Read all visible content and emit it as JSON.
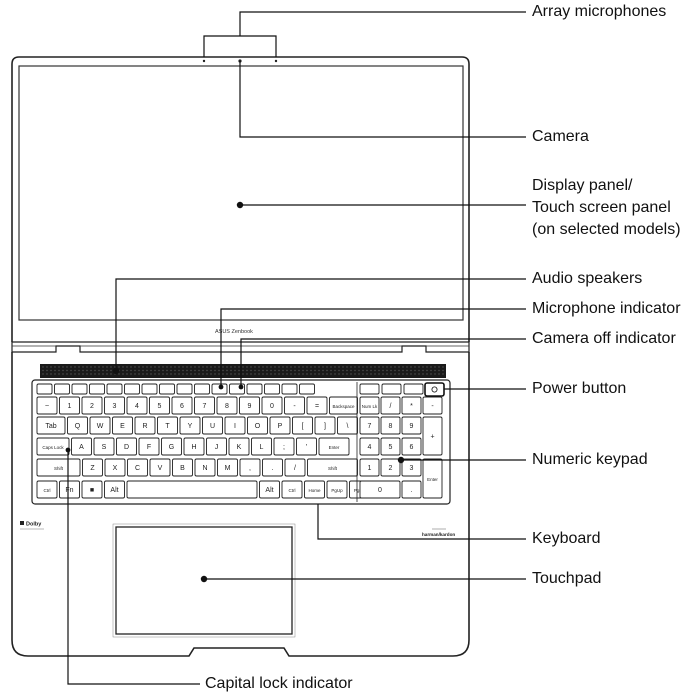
{
  "brand": {
    "model_text": "ASUS Zenbook",
    "dolby_text": "Dolby",
    "harman_text": "harman/kardon"
  },
  "callouts": [
    {
      "id": "array-microphones",
      "label": "Array microphones"
    },
    {
      "id": "camera",
      "label": "Camera"
    },
    {
      "id": "display-panel",
      "label": "Display panel/",
      "label2": "Touch screen panel",
      "label3": "(on selected models)"
    },
    {
      "id": "audio-speakers",
      "label": "Audio speakers"
    },
    {
      "id": "microphone-indicator",
      "label": "Microphone indicator"
    },
    {
      "id": "camera-off-indicator",
      "label": "Camera off indicator"
    },
    {
      "id": "power-button",
      "label": "Power button"
    },
    {
      "id": "numeric-keypad",
      "label": "Numeric keypad"
    },
    {
      "id": "keyboard",
      "label": "Keyboard"
    },
    {
      "id": "touchpad",
      "label": "Touchpad"
    },
    {
      "id": "capital-lock-indicator",
      "label": "Capital lock indicator"
    }
  ],
  "keyboard": {
    "row1": [
      "~",
      "1",
      "2",
      "3",
      "4",
      "5",
      "6",
      "7",
      "8",
      "9",
      "0",
      "-",
      "=",
      "Backspace"
    ],
    "row2": [
      "Tab",
      "Q",
      "W",
      "E",
      "R",
      "T",
      "Y",
      "U",
      "I",
      "O",
      "P",
      "[",
      "]",
      "\\"
    ],
    "row3": [
      "Caps Lock",
      "A",
      "S",
      "D",
      "F",
      "G",
      "H",
      "J",
      "K",
      "L",
      ";",
      "'",
      "Enter"
    ],
    "row4": [
      "Shift",
      "Z",
      "X",
      "C",
      "V",
      "B",
      "N",
      "M",
      ",",
      ".",
      "/",
      "Shift"
    ],
    "row5": [
      "Ctrl",
      "Fn",
      "■",
      "Alt",
      "",
      "Alt",
      "Ctrl",
      "Home",
      "PgUp",
      "PgDn"
    ],
    "numpad": [
      "Num Lk",
      "/",
      "*",
      "-",
      "7",
      "8",
      "9",
      "+",
      "4",
      "5",
      "6",
      "1",
      "2",
      "3",
      "Enter",
      "0",
      "."
    ]
  }
}
